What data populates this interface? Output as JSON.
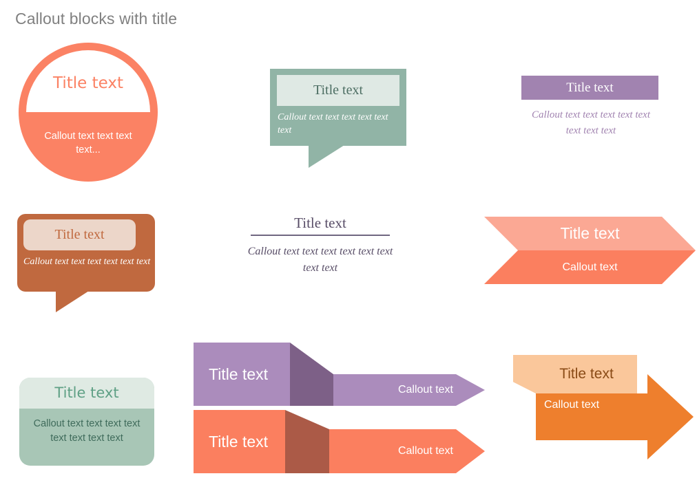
{
  "page": {
    "title": "Callout blocks with title"
  },
  "blocks": {
    "circle": {
      "title": "Title text",
      "body": "Callout text text text text..."
    },
    "green_bubble": {
      "title": "Title text",
      "body": "Callout text text text text text text"
    },
    "purple_bar": {
      "title": "Title text",
      "body": "Callout text text text text text text text text"
    },
    "brown_bubble": {
      "title": "Title text",
      "body": "Callout text text text text text text"
    },
    "plain_text": {
      "title": "Title text",
      "body": "Callout text text text text text text text text"
    },
    "salmon_chevron": {
      "title": "Title text",
      "body": "Callout text"
    },
    "green_card": {
      "title": "Title text",
      "body": "Callout text text text text text text text text"
    },
    "purple_ribbon": {
      "title": "Title text",
      "body": "Callout text"
    },
    "salmon_ribbon": {
      "title": "Title text",
      "body": "Callout text"
    },
    "orange_arrow": {
      "title": "Title text",
      "body": "Callout text"
    }
  },
  "colors": {
    "heading": "#808080",
    "salmon": "#fb8264",
    "salmon_light": "#fba894",
    "salmon_dark": "#fb7f5f",
    "green": "#91b4a6",
    "green_light": "#dfe9e4",
    "green_card": "#a8c6b6",
    "green_text": "#5fa085",
    "purple": "#a183b0",
    "purple_ribbon": "#ab8cbc",
    "purple_fold": "#7d6087",
    "brown": "#c0693f",
    "brown_light": "#ecd6c9",
    "brown_fold": "#ab5a47",
    "orange": "#ee7f2d",
    "orange_light": "#fac79b",
    "orange_text": "#8a4b16",
    "slate": "#574c66"
  }
}
